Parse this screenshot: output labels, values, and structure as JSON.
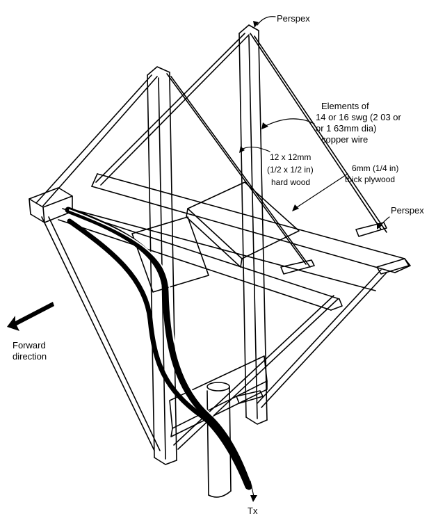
{
  "labels": {
    "perspex_top": "Perspex",
    "elements_line1": "Elements  of",
    "elements_line2": "14  or  16 swg (2 03 or",
    "elements_line3": "or  1 63mm dia)",
    "elements_line4": "copper wire",
    "hardwood_line1": "12 x 12mm",
    "hardwood_line2": "(1/2 x 1/2  in)",
    "hardwood_line3": "hard wood",
    "plywood_line1": "6mm (1/4 in)",
    "plywood_line2": "thick plywood",
    "perspex_right": "Perspex",
    "forward_line1": "Forward",
    "forward_line2": "direction",
    "tx": "Tx"
  },
  "colors": {
    "ink": "#000000",
    "paper": "#ffffff"
  }
}
